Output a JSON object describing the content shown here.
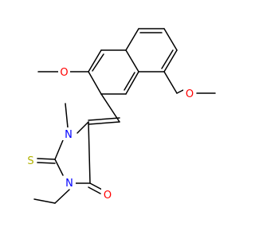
{
  "molecule": {
    "atom_labels": {
      "o_methoxy_2": "O",
      "o_methoxy_7": "O",
      "n1": "N",
      "n3": "N",
      "s_thione": "S",
      "o_carbonyl": "O"
    },
    "colors": {
      "bond": "#000000",
      "oxygen": "#ff0000",
      "nitrogen": "#0000ff",
      "sulfur": "#b2b200",
      "background": "#ffffff"
    }
  }
}
